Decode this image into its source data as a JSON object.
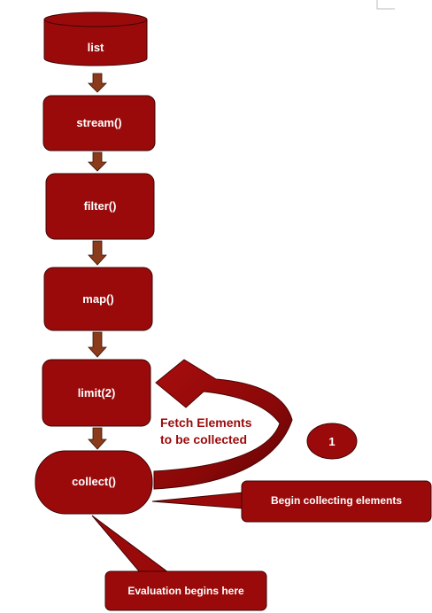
{
  "colors": {
    "node_fill": "#9b0a0a",
    "node_stroke": "#3d0404",
    "arrow_fill": "#8b3a1a",
    "note_text": "#9b0a0a",
    "text": "#ffffff"
  },
  "nodes": {
    "list": "list",
    "stream": "stream()",
    "filter": "filter()",
    "map": "map()",
    "limit": "limit(2)",
    "collect": "collect()"
  },
  "annotations": {
    "fetch_line1": "Fetch  Elements",
    "fetch_line2": "to be collected",
    "step_number": "1"
  },
  "callouts": {
    "begin_collecting": "Begin collecting elements",
    "evaluation_begins": "Evaluation begins here"
  }
}
